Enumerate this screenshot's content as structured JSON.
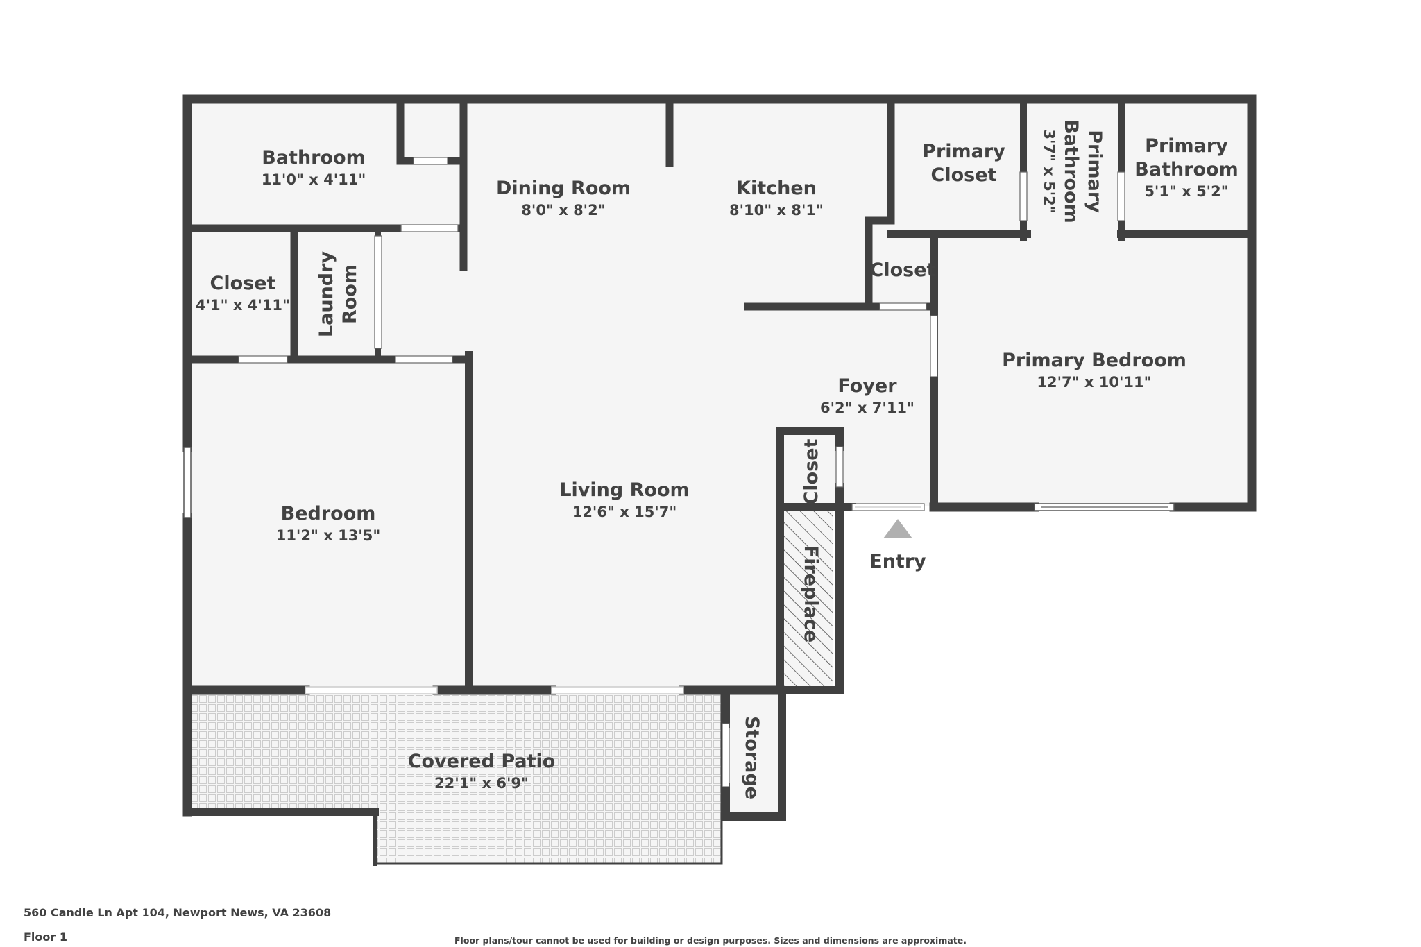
{
  "rooms": {
    "bathroom": {
      "name": "Bathroom",
      "dim": "11'0\" x 4'11\""
    },
    "closet_left": {
      "name": "Closet",
      "dim": "4'1\" x 4'11\""
    },
    "laundry": {
      "line1": "Laundry",
      "line2": "Room"
    },
    "bedroom": {
      "name": "Bedroom",
      "dim": "11'2\" x 13'5\""
    },
    "dining": {
      "name": "Dining Room",
      "dim": "8'0\" x 8'2\""
    },
    "kitchen": {
      "name": "Kitchen",
      "dim": "8'10\" x 8'1\""
    },
    "living": {
      "name": "Living Room",
      "dim": "12'6\" x 15'7\""
    },
    "foyer": {
      "name": "Foyer",
      "dim": "6'2\" x 7'11\""
    },
    "closet_foyer": {
      "name": "Closet"
    },
    "closet_coat": {
      "name": "Closet"
    },
    "fireplace": {
      "name": "Fireplace"
    },
    "primary_closet": {
      "line1": "Primary",
      "line2": "Closet"
    },
    "primary_bath_small": {
      "line1": "Primary",
      "line2": "Bathroom",
      "dim": "3'7\" x 5'2\""
    },
    "primary_bath": {
      "line1": "Primary",
      "line2": "Bathroom",
      "dim": "5'1\" x 5'2\""
    },
    "primary_bedroom": {
      "name": "Primary Bedroom",
      "dim": "12'7\" x 10'11\""
    },
    "patio": {
      "name": "Covered Patio",
      "dim": "22'1\" x 6'9\""
    },
    "storage": {
      "name": "Storage"
    }
  },
  "entry": {
    "label": "Entry"
  },
  "footer": {
    "address": "560 Candle Ln Apt 104, Newport News, VA 23608",
    "floor": "Floor 1",
    "disclaimer": "Floor plans/tour cannot be used for building or design purposes. Sizes and dimensions are approximate."
  },
  "colors": {
    "wall": "#404040",
    "floor": "#f5f5f5",
    "text": "#424242",
    "entry_arrow": "#b0b0b0"
  }
}
